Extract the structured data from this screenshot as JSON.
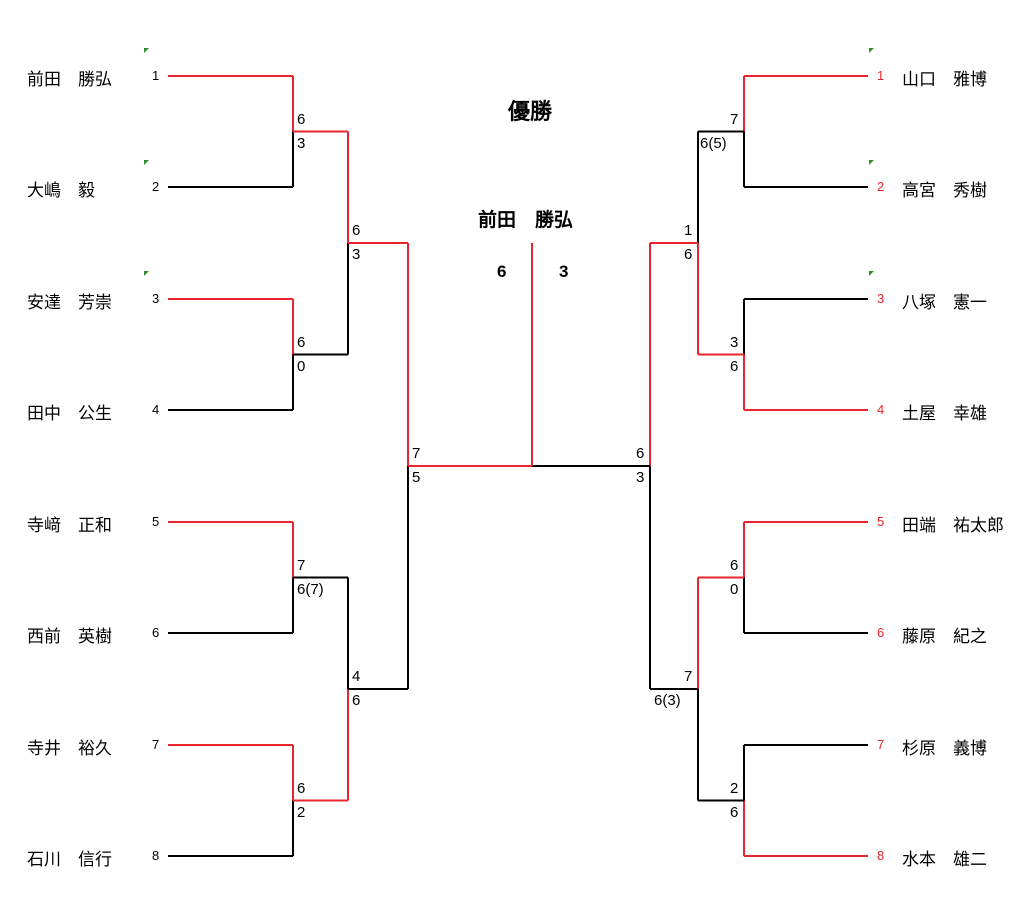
{
  "title": "優勝",
  "champion": "前田　勝弘",
  "final_score": {
    "left": "6",
    "right": "3"
  },
  "colors": {
    "win": "#e8242c",
    "lose": "#000000",
    "flag": "#2e8b2e"
  },
  "left": {
    "players": [
      {
        "seed": "1",
        "name": "前田　勝弘"
      },
      {
        "seed": "2",
        "name": "大嶋　毅"
      },
      {
        "seed": "3",
        "name": "安達　芳崇"
      },
      {
        "seed": "4",
        "name": "田中　公生"
      },
      {
        "seed": "5",
        "name": "寺﨑　正和"
      },
      {
        "seed": "6",
        "name": "西前　英樹"
      },
      {
        "seed": "7",
        "name": "寺井　裕久"
      },
      {
        "seed": "8",
        "name": "石川　信行"
      }
    ],
    "r1": [
      [
        "6",
        "3"
      ],
      [
        "6",
        "0"
      ],
      [
        "7",
        "6(7)"
      ],
      [
        "6",
        "2"
      ]
    ],
    "r2": [
      [
        "6",
        "3"
      ],
      [
        "4",
        "6"
      ]
    ],
    "sf": [
      "7",
      "5"
    ]
  },
  "right": {
    "players": [
      {
        "seed": "1",
        "name": "山口　雅博"
      },
      {
        "seed": "2",
        "name": "高宮　秀樹"
      },
      {
        "seed": "3",
        "name": "八塚　憲一"
      },
      {
        "seed": "4",
        "name": "土屋　幸雄"
      },
      {
        "seed": "5",
        "name": "田端　祐太郎"
      },
      {
        "seed": "6",
        "name": "藤原　紀之"
      },
      {
        "seed": "7",
        "name": "杉原　義博"
      },
      {
        "seed": "8",
        "name": "水本　雄二"
      }
    ],
    "r1": [
      [
        "7",
        "6(5)"
      ],
      [
        "3",
        "6"
      ],
      [
        "6",
        "0"
      ],
      [
        "2",
        "6"
      ]
    ],
    "r2": [
      [
        "1",
        "6"
      ],
      [
        "7",
        "6(3)"
      ]
    ],
    "sf": [
      "6",
      "3"
    ]
  }
}
